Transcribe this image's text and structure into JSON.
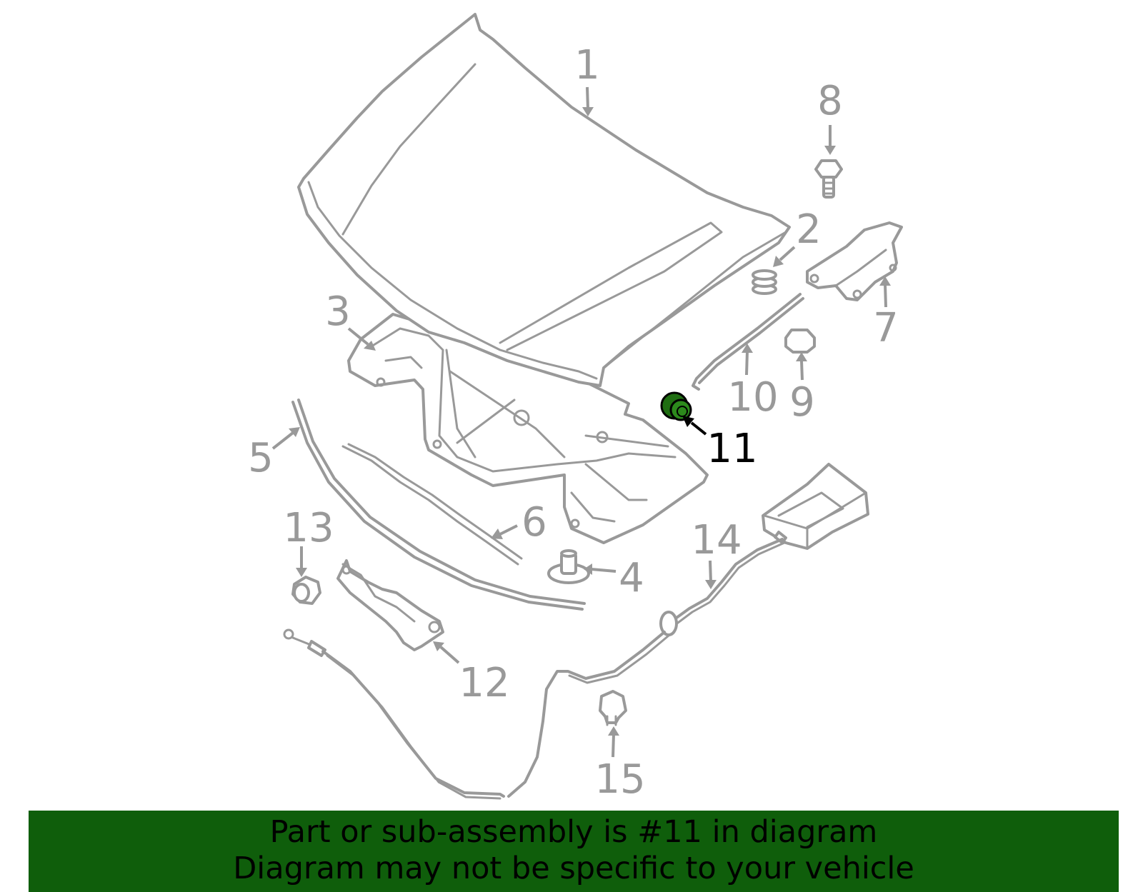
{
  "diagram": {
    "highlighted_part": "11",
    "callouts": [
      {
        "id": "c1",
        "label": "1"
      },
      {
        "id": "c2",
        "label": "2"
      },
      {
        "id": "c3",
        "label": "3"
      },
      {
        "id": "c4",
        "label": "4"
      },
      {
        "id": "c5",
        "label": "5"
      },
      {
        "id": "c6",
        "label": "6"
      },
      {
        "id": "c7",
        "label": "7"
      },
      {
        "id": "c8",
        "label": "8"
      },
      {
        "id": "c9",
        "label": "9"
      },
      {
        "id": "c10",
        "label": "10"
      },
      {
        "id": "c11",
        "label": "11"
      },
      {
        "id": "c12",
        "label": "12"
      },
      {
        "id": "c13",
        "label": "13"
      },
      {
        "id": "c14",
        "label": "14"
      },
      {
        "id": "c15",
        "label": "15"
      }
    ],
    "colors": {
      "part_line": "#999999",
      "highlight_part": "#1f6e12",
      "highlight_label": "#000000"
    }
  },
  "banner": {
    "line1": "Part or sub-assembly is #11 in diagram",
    "line2": "Diagram may not be specific to your vehicle",
    "background": "#0f5e0b"
  }
}
